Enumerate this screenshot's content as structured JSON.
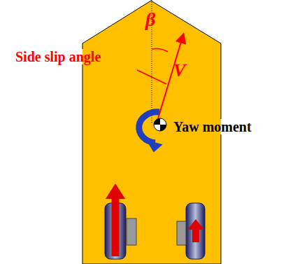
{
  "diagram": {
    "labels": [
      "Side slip angle",
      "β",
      "V",
      "Yaw moment"
    ]
  }
}
